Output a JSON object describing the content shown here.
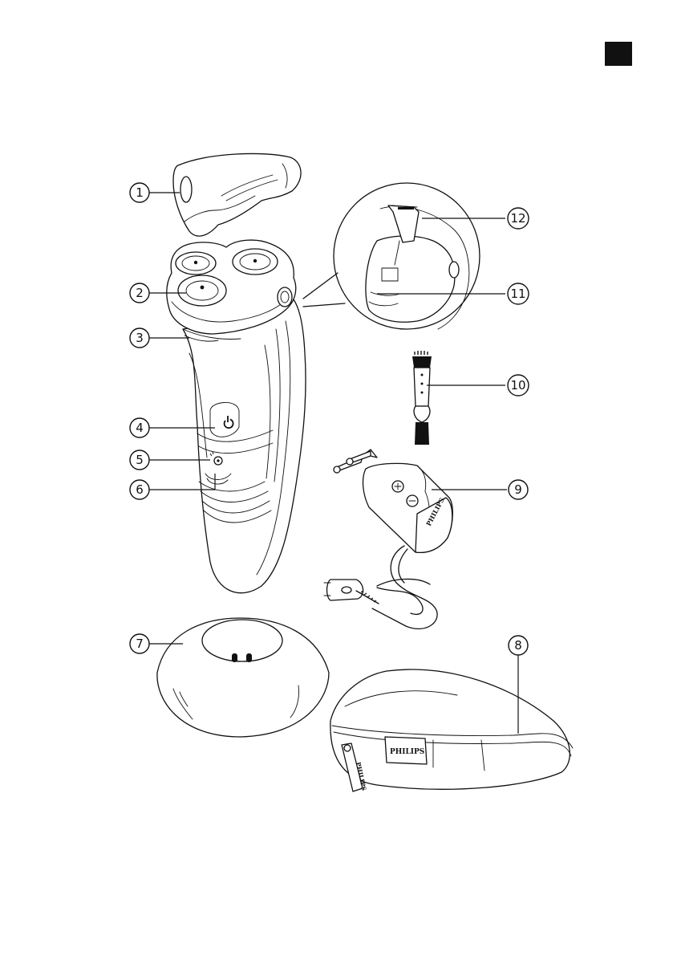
{
  "page": {
    "corner_tab_color": "#111111"
  },
  "callouts": [
    {
      "num": "1"
    },
    {
      "num": "2"
    },
    {
      "num": "3"
    },
    {
      "num": "4"
    },
    {
      "num": "5"
    },
    {
      "num": "6"
    },
    {
      "num": "7"
    },
    {
      "num": "8"
    },
    {
      "num": "9"
    },
    {
      "num": "10"
    },
    {
      "num": "11"
    },
    {
      "num": "12"
    }
  ],
  "branding": {
    "pouch_logo": "PHILIPS",
    "zipper_tag": "PHILIPS",
    "adapter_logo": "PHILIPS"
  },
  "icons": {
    "power_button": "power-icon",
    "cleaning_reminder": "shaving-unit-icon"
  }
}
